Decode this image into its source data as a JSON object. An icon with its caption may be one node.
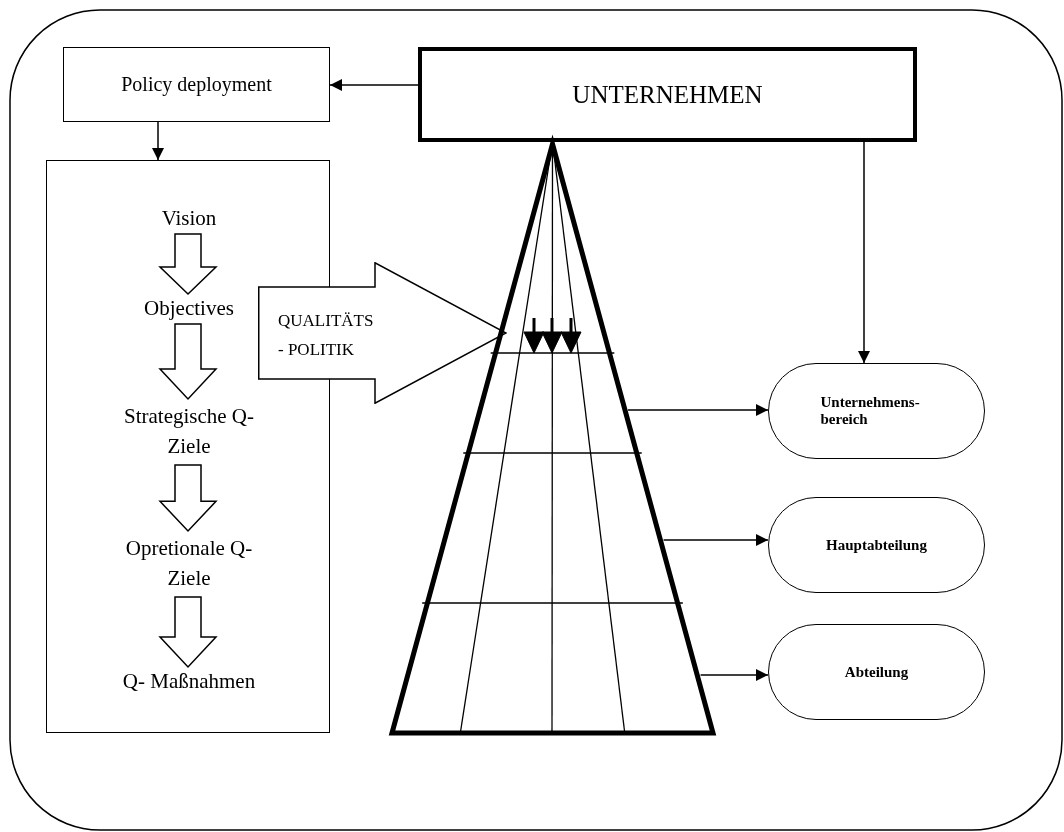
{
  "diagram": {
    "nodes": [
      {
        "text": [
          "Policy deployment"
        ]
      },
      {
        "text": [
          "UNTERNEHMEN"
        ]
      },
      {
        "text": [],
        "shape": "box"
      },
      {
        "text": [
          "Vision"
        ],
        "in": 2
      },
      {
        "text": [
          "Objectives"
        ],
        "in": 2
      },
      {
        "text": [
          "Strategische Q-Ziele"
        ],
        "in": 2
      },
      {
        "text": [
          "Opretionale Q-Ziele"
        ],
        "in": 2
      },
      {
        "text": [
          "Q- Maßnahmen"
        ],
        "in": 2
      },
      {
        "text": [
          "QUALITÄTS - POLITIK"
        ]
      },
      {
        "text": [],
        "shape": "trapezoid"
      },
      {
        "text": [
          "Unternehmens- bereich"
        ]
      },
      {
        "text": [
          "Hauptabteilung"
        ]
      },
      {
        "text": [
          "Abteilung"
        ]
      }
    ],
    "edges": [
      {
        "from": 1,
        "to": 0,
        "arrow": "to"
      },
      {
        "from": 0,
        "to": 2,
        "arrow": "to"
      },
      {
        "from": 3,
        "to": 4,
        "arrow": "to",
        "style": "thick"
      },
      {
        "from": 4,
        "to": 5,
        "arrow": "to",
        "style": "thick"
      },
      {
        "from": 5,
        "to": 6,
        "arrow": "to",
        "style": "thick"
      },
      {
        "from": 6,
        "to": 7,
        "arrow": "to",
        "style": "thick"
      },
      {
        "from": 1,
        "to": 10,
        "arrow": "to"
      },
      {
        "from": 9,
        "to": 10,
        "arrow": "to"
      },
      {
        "from": 9,
        "to": 11,
        "arrow": "to"
      },
      {
        "from": 9,
        "to": 12,
        "arrow": "to"
      }
    ]
  }
}
